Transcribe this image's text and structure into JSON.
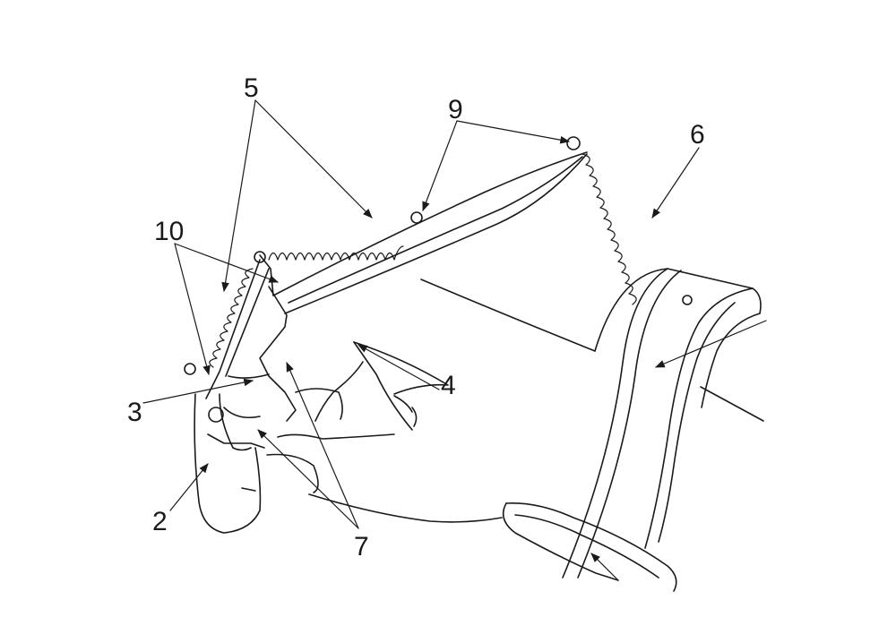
{
  "labels": {
    "l2": "2",
    "l3": "3",
    "l4": "4",
    "l5": "5",
    "l6": "6",
    "l7": "7",
    "l9": "9",
    "l10": "10"
  },
  "colors": {
    "stroke": "#1a1a1a",
    "background": "#ffffff"
  }
}
